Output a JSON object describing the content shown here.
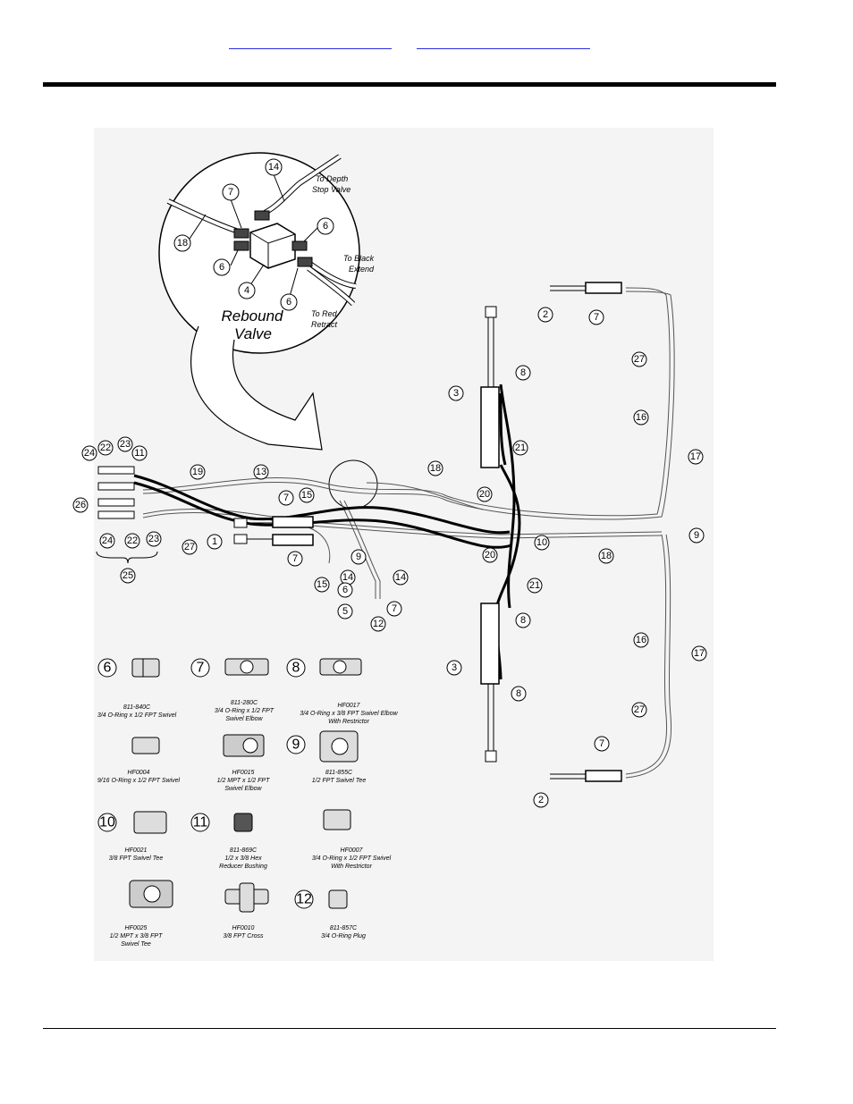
{
  "callouts": {
    "n1": "1",
    "n2": "2",
    "n3": "3",
    "n4": "4",
    "n5": "5",
    "n6": "6",
    "n7": "7",
    "n8": "8",
    "n9": "9",
    "n10": "10",
    "n11": "11",
    "n12": "12",
    "n13": "13",
    "n14": "14",
    "n15": "15",
    "n16": "16",
    "n17": "17",
    "n18": "18",
    "n19": "19",
    "n20": "20",
    "n21": "21",
    "n22": "22",
    "n23": "23",
    "n24": "24",
    "n25": "25",
    "n26": "26",
    "n27": "27"
  },
  "detail": {
    "title_line1": "Rebound",
    "title_line2": "Valve",
    "depth_line1": "To Depth",
    "depth_line2": "Stop Valve",
    "black_line1": "To Black",
    "black_line2": "Extend",
    "red_line1": "To Red",
    "red_line2": "Retract"
  },
  "legend": [
    {
      "key": "6",
      "part": "811-840C",
      "desc": [
        "3/4 O-Ring x 1/2 FPT Swivel"
      ]
    },
    {
      "key": "7",
      "part": "811-280C",
      "desc": [
        "3/4 O-Ring x 1/2 FPT",
        "Swivel Elbow"
      ]
    },
    {
      "key": "8",
      "part": "HF0017",
      "desc": [
        "3/4 O-Ring x 3/8 FPT Swivel Elbow",
        "With Restrictor"
      ]
    },
    {
      "key": "",
      "part": "HF0004",
      "desc": [
        "9/16 O-Ring x 1/2 FPT Swivel"
      ]
    },
    {
      "key": "",
      "part": "HF0015",
      "desc": [
        "1/2 MPT x 1/2 FPT",
        "Swivel Elbow"
      ]
    },
    {
      "key": "9",
      "part": "811-855C",
      "desc": [
        "1/2 FPT Swivel Tee"
      ]
    },
    {
      "key": "10",
      "part": "HF0021",
      "desc": [
        "3/8 FPT Swivel Tee"
      ]
    },
    {
      "key": "11",
      "part": "811-869C",
      "desc": [
        "1/2 x 3/8 Hex",
        "Reducer Bushing"
      ]
    },
    {
      "key": "",
      "part": "HF0007",
      "desc": [
        "3/4 O-Ring x 1/2 FPT Swivel",
        "With Restrictor"
      ]
    },
    {
      "key": "",
      "part": "HF0025",
      "desc": [
        "1/2 MPT x 3/8 FPT",
        "Swivel Tee"
      ]
    },
    {
      "key": "",
      "part": "HF0010",
      "desc": [
        "3/8 FPT Cross"
      ]
    },
    {
      "key": "12",
      "part": "811-857C",
      "desc": [
        "3/4 O-Ring Plug"
      ]
    }
  ],
  "colors": {
    "link": "#2a2ae0",
    "panel": "#f4f4f4",
    "line": "#000000",
    "hose": "#777777"
  }
}
